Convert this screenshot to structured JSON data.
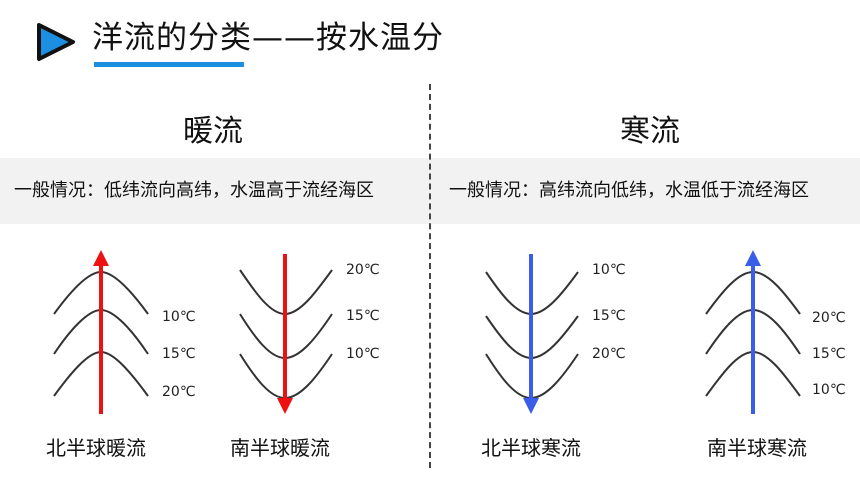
{
  "title": "洋流的分类——按水温分",
  "warm": {
    "heading": "暖流",
    "description": "一般情况：低纬流向高纬，水温高于流经海区",
    "diagrams": [
      {
        "caption": "北半球暖流",
        "temps": [
          "10℃",
          "15℃",
          "20℃"
        ]
      },
      {
        "caption": "南半球暖流",
        "temps": [
          "20℃",
          "15℃",
          "10℃"
        ]
      }
    ],
    "arrow_color": "#ee1111"
  },
  "cold": {
    "heading": "寒流",
    "description": "一般情况：高纬流向低纬，水温低于流经海区",
    "diagrams": [
      {
        "caption": "北半球寒流",
        "temps": [
          "10℃",
          "15℃",
          "20℃"
        ]
      },
      {
        "caption": "南半球寒流",
        "temps": [
          "20℃",
          "15℃",
          "10℃"
        ]
      }
    ],
    "arrow_color": "#3a5ee8"
  },
  "accent_color": "#1c8fe0"
}
